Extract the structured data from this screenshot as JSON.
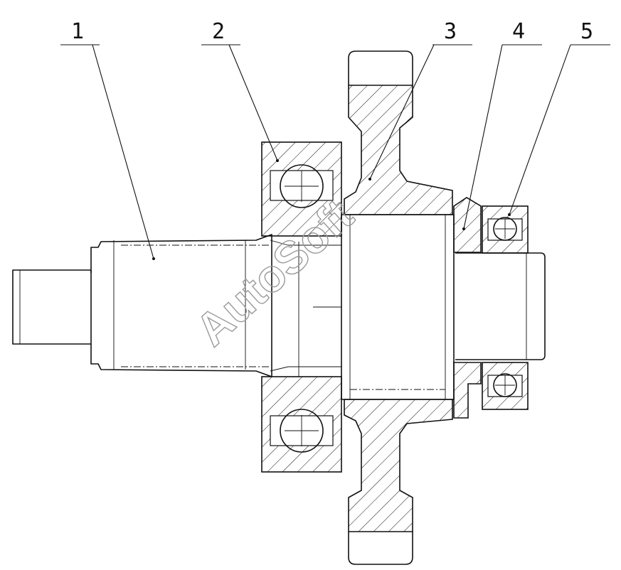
{
  "drawing": {
    "part_numbers": [
      "1",
      "2",
      "3",
      "4",
      "5"
    ]
  },
  "watermark": {
    "text": "AutoSoft"
  },
  "colors": {
    "line": "#111111",
    "watermark": "#9a9a9a",
    "background": "#ffffff"
  }
}
